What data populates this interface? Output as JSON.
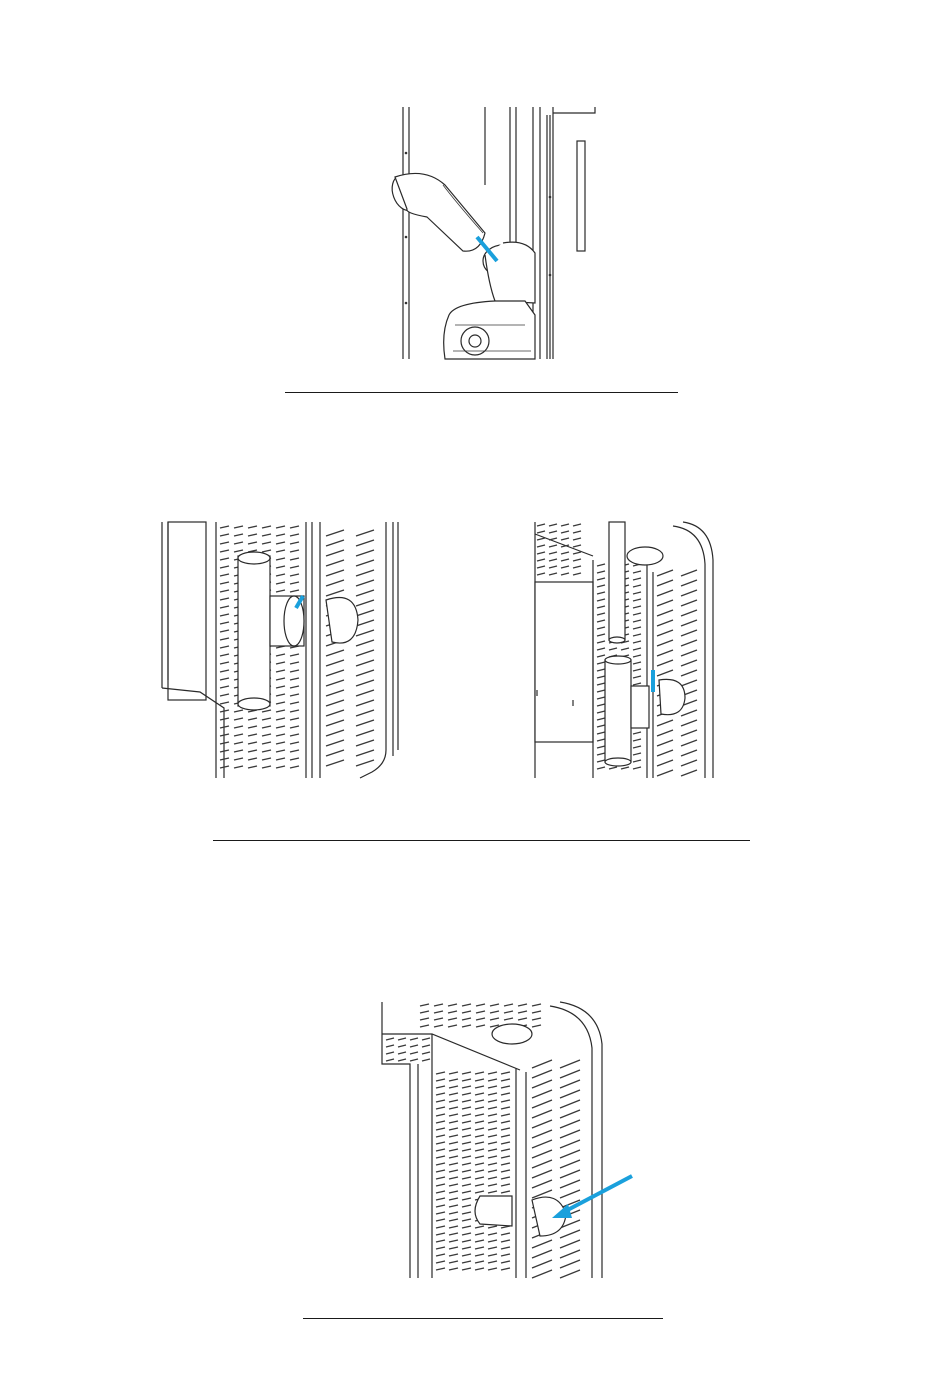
{
  "page": {
    "figures": [
      {
        "name": "flue-elbow-connection-figure"
      },
      {
        "name": "tee-connection-detail-left"
      },
      {
        "name": "tee-connection-detail-right"
      },
      {
        "name": "rear-panel-opening-figure"
      }
    ],
    "colors": {
      "line": "#2a2a2a",
      "accent": "#1aa0dc",
      "background": "#ffffff"
    }
  }
}
